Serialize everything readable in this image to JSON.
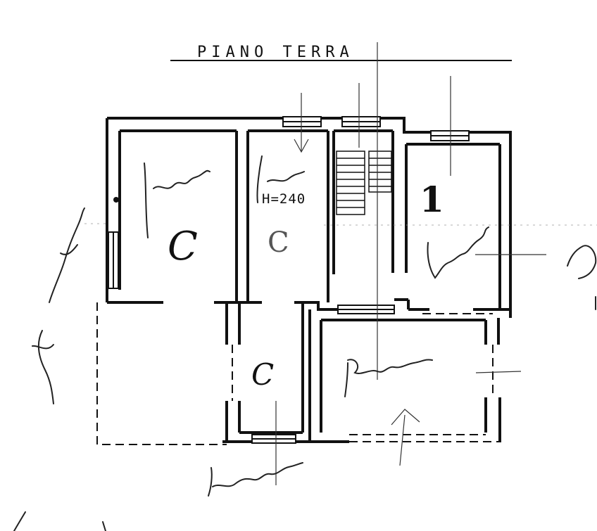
{
  "title": "PIANO TERRA",
  "height_label": "H=240",
  "room_labels": {
    "room_c_left": "C",
    "room_c_center": "C",
    "room_c_bottom": "C",
    "room_one": "1"
  },
  "colors": {
    "ink": "#111111",
    "paper": "#ffffff",
    "pencil": "#444444"
  }
}
